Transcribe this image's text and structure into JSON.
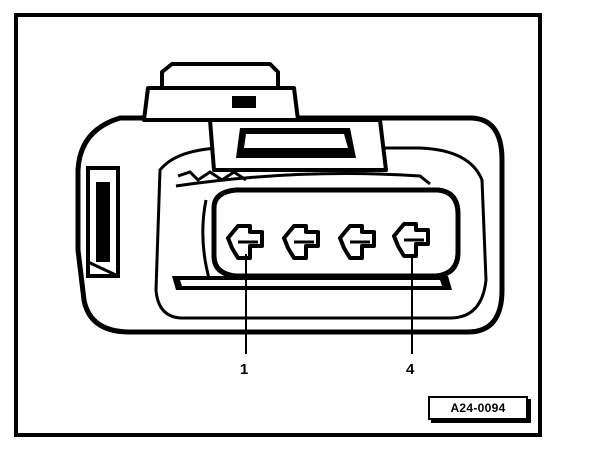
{
  "diagram": {
    "callouts": [
      {
        "label": "1"
      },
      {
        "label": "4"
      }
    ],
    "reference_code": "A24-0094"
  }
}
